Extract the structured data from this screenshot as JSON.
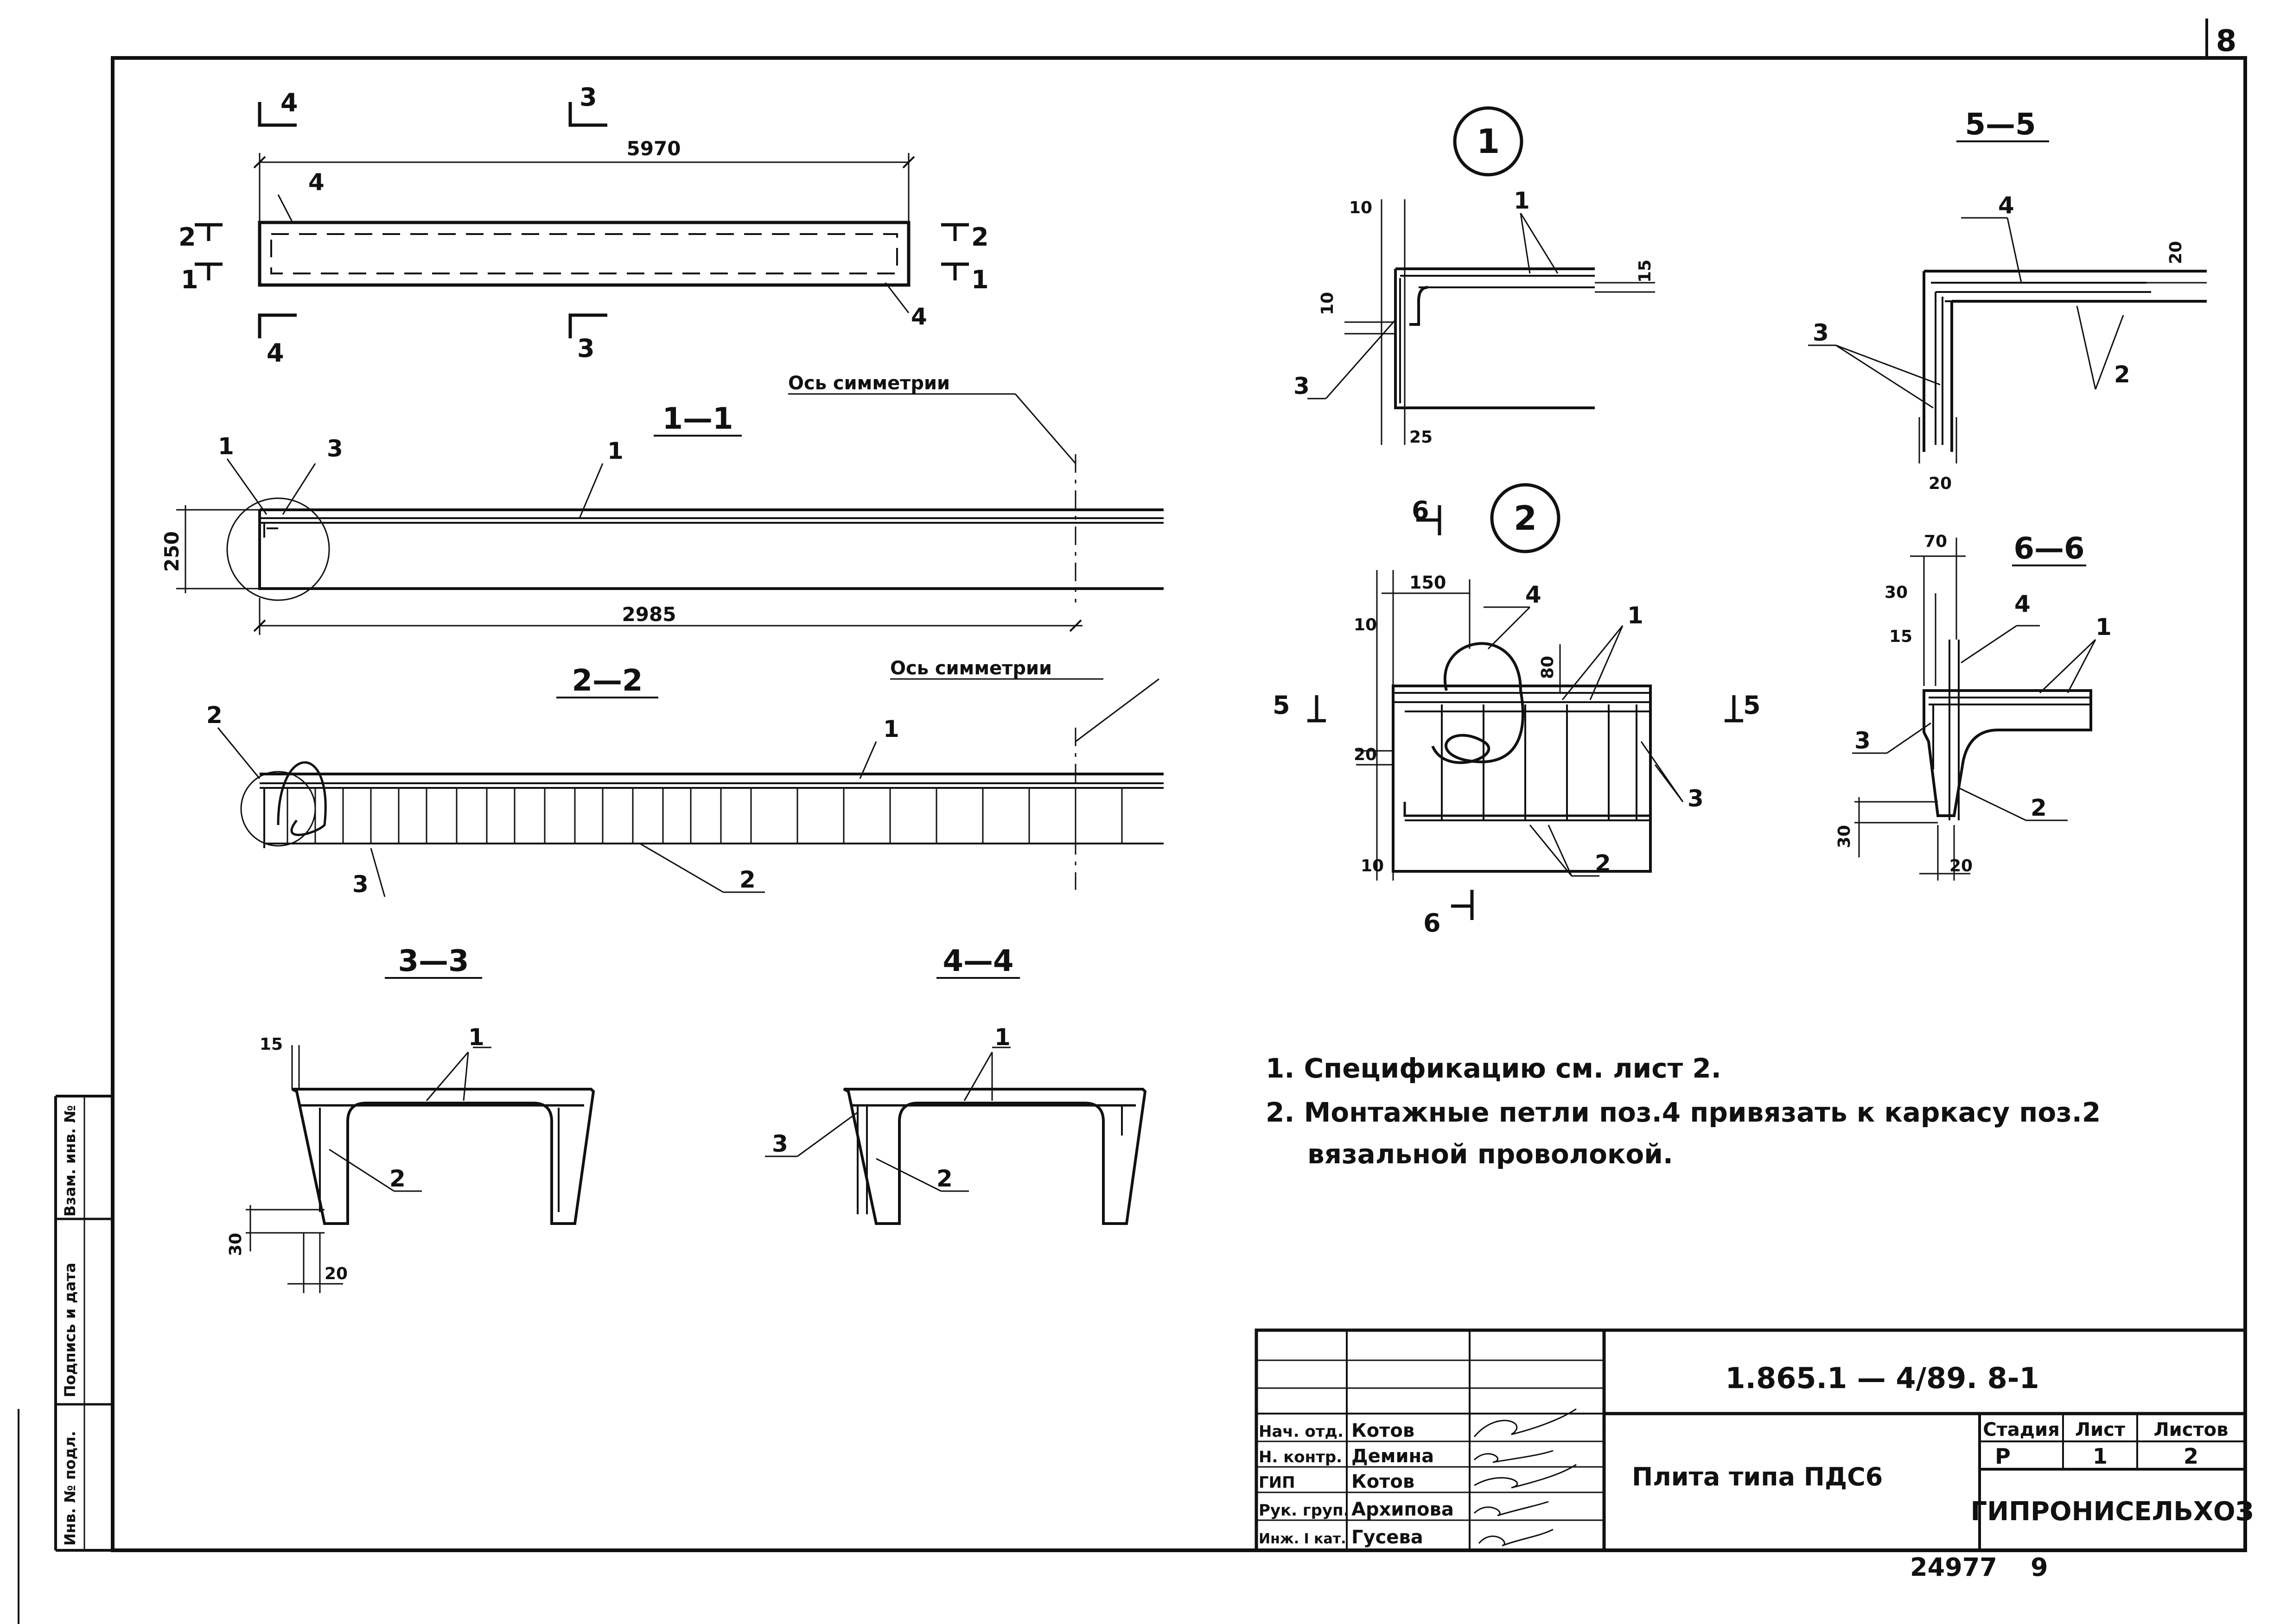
{
  "sheet_number": "8",
  "plan": {
    "length_dim": "5970",
    "section_marks": [
      "4",
      "3",
      "2",
      "1"
    ],
    "callout_4": "4"
  },
  "section_1_1": {
    "title": "1—1",
    "axis_label": "Ось симметрии",
    "callout_1a": "1",
    "callout_3": "3",
    "callout_1b": "1",
    "height_dim": "250",
    "half_length_dim": "2985"
  },
  "section_2_2": {
    "title": "2—2",
    "axis_label": "Ось симметрии",
    "callout_2a": "2",
    "callout_1": "1",
    "callout_3": "3",
    "callout_2b": "2"
  },
  "section_3_3": {
    "title": "3—3",
    "dim_15": "15",
    "callout_1": "1",
    "callout_2": "2",
    "dim_30": "30",
    "dim_20": "20"
  },
  "section_4_4": {
    "title": "4—4",
    "callout_1": "1",
    "callout_3": "3",
    "callout_2": "2"
  },
  "detail_1": {
    "label": "1",
    "dim_10a": "10",
    "dim_10b": "10",
    "dim_15": "15",
    "dim_25": "25",
    "callout_1": "1",
    "callout_3": "3"
  },
  "section_5_5": {
    "title": "5—5",
    "callout_4": "4",
    "dim_20a": "20",
    "callout_3": "3",
    "callout_2": "2",
    "dim_20b": "20"
  },
  "detail_2": {
    "label": "2",
    "mark_6": "6",
    "mark_5": "5",
    "dim_150": "150",
    "dim_10a": "10",
    "dim_80": "80",
    "dim_20": "20",
    "dim_10b": "10",
    "callout_4": "4",
    "callout_1": "1",
    "callout_3": "3",
    "callout_2": "2"
  },
  "section_6_6": {
    "title": "6—6",
    "dim_70": "70",
    "dim_30a": "30",
    "dim_15": "15",
    "dim_30b": "30",
    "dim_20": "20",
    "callout_4": "4",
    "callout_1": "1",
    "callout_3": "3",
    "callout_2": "2"
  },
  "notes": [
    "1. Спецификацию см. лист 2.",
    "2. Монтажные петли поз.4 привязать к каркасу поз.2",
    "вязальной проволокой."
  ],
  "left_margin": {
    "inv_podl": "Инв. № подл.",
    "podpis_data": "Подпись и дата",
    "vzam_inv": "Взам. инв. №"
  },
  "title_block": {
    "doc_code": "1.865.1 — 4/89. 8-1",
    "drawing_title": "Плита типа ПДС6",
    "stage_header": "Стадия",
    "sheet_header": "Лист",
    "sheets_header": "Листов",
    "stage_value": "Р",
    "sheet_value": "1",
    "sheets_value": "2",
    "organization": "ГИПРОНИСЕЛЬХОЗ",
    "roles": [
      "Нач. отд.",
      "Н. контр.",
      "ГИП",
      "Рук. груп.",
      "Инж. I кат."
    ],
    "names": [
      "Котов",
      "Демина",
      "Котов",
      "Архипова",
      "Гусева"
    ]
  },
  "archive_number": "24977",
  "archive_sheet": "9"
}
